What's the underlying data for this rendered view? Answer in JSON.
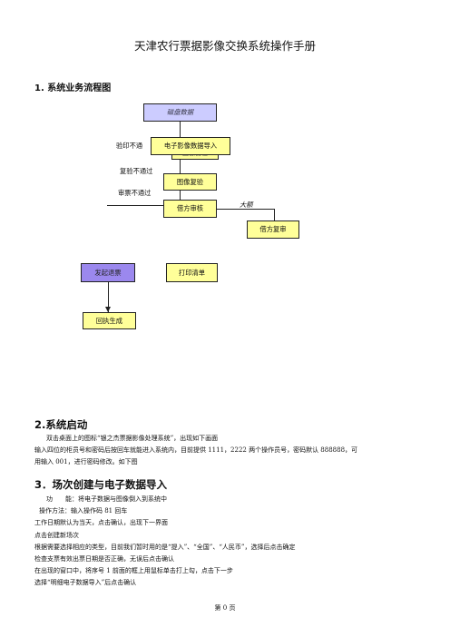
{
  "title": "天津农行票据影像交换系统操作手册",
  "section1": {
    "heading": "1. 系统业务流程图"
  },
  "flow": {
    "disk_data": "磁盘数据",
    "import": "电子影像数据导入",
    "check_hidden": "图像初验",
    "recheck": "图像复验",
    "debit_review": "借方审核",
    "debit_recheck": "借方复审",
    "large_amount": "大额",
    "seal_fail": "验印不通",
    "recheck_fail": "复验不通过",
    "review_fail": "审票不通过",
    "initiate_return": "发起退票",
    "print_list": "打印清单",
    "receipt": "回执生成"
  },
  "section2": {
    "heading": "2.系统启动",
    "lines": [
      "双击桌面上的图标“银之杰票据影像处理系统”，出现如下画面",
      "输入四位的柜员号和密码后按回车就能进入系统内，目前提供 1111，2222 两个操作员号，密码默认 888888，可",
      "用输入 001，进行密码修改。如下图"
    ]
  },
  "section3": {
    "heading": "3．场次创建与电子数据导入",
    "lines": [
      "功　　能：将电子数据与图像倒入到系统中",
      "操作方法：输入操作码 81 回车",
      "工作日期默认为当天，点击确认，出现下一界面",
      "点击创建新场次",
      "根据需要选择相应的类型，目前我们暂时用的是“提入”、“全国”、“人民币”，选择后点击确定",
      "检查支票有效出票日期是否正确，无误后点击确认",
      "在出现的窗口中，将序号 1 前面的框上用鼠标单击打上勾，点击下一步",
      "选择“明细电子数据导入”后点击确认"
    ]
  },
  "footer": "第  0  页"
}
